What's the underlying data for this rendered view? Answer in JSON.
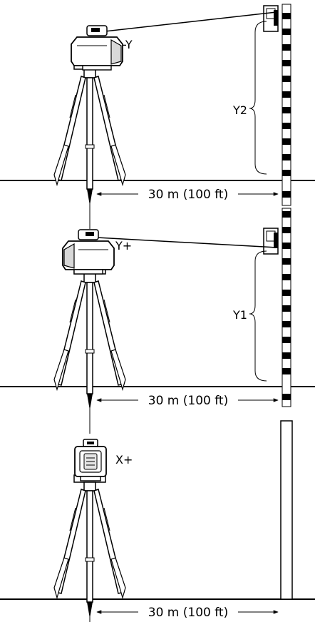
{
  "panels": [
    {
      "axis_label": "-Y",
      "height_label": "Y2",
      "distance_label": "30 m (100 ft)"
    },
    {
      "axis_label": "Y+",
      "height_label": "Y1",
      "distance_label": "30 m (100 ft)"
    },
    {
      "axis_label": "X+",
      "distance_label": "30 m (100 ft)"
    }
  ]
}
